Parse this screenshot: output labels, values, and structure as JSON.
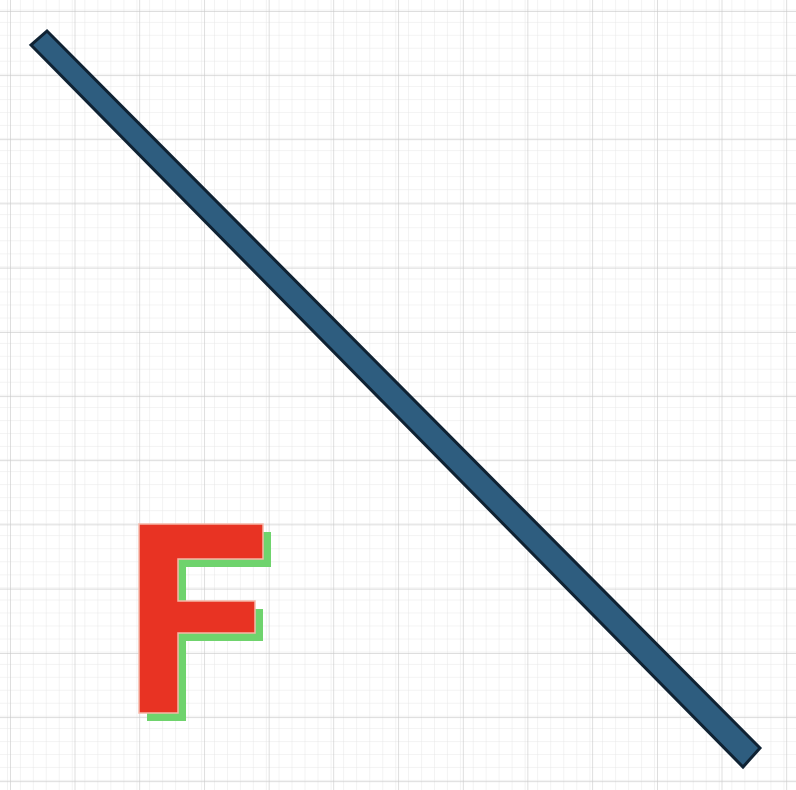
{
  "canvas": {
    "background_color": "#ffffff",
    "grid": {
      "minor_color": "#e6e6e6",
      "major_color": "#c9c9c9"
    }
  },
  "diagram": {
    "shapes": [
      {
        "kind": "bar",
        "name": "diagonal-bar",
        "fill_color": "#2e5d7f",
        "stroke_color": "#0f2233"
      },
      {
        "kind": "letter",
        "name": "letter-f",
        "text": "F",
        "fill_color": "#e83323",
        "shadow_color": "#6fd36d",
        "outline_color": "#f6b7a8"
      }
    ]
  }
}
